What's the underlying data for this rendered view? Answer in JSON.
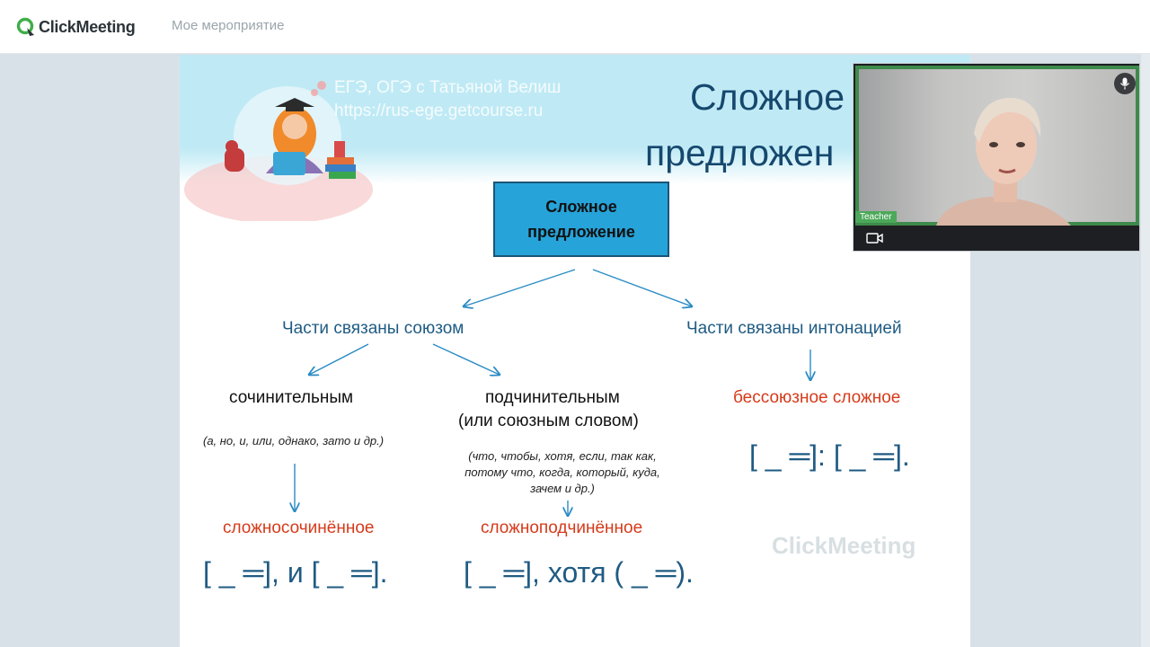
{
  "header": {
    "brand": "ClickMeeting",
    "event_title": "Мое мероприятие"
  },
  "slide": {
    "banner": {
      "line1": "ЕГЭ, ОГЭ с Татьяной Велиш",
      "line2": "https://rus-ege.getcourse.ru"
    },
    "title_line1": "Сложное",
    "title_line2": "предложен",
    "main_box": {
      "line1": "Сложное",
      "line2": "предложение"
    },
    "branch_union": "Части связаны союзом",
    "branch_intonation": "Части связаны интонацией",
    "coord": {
      "label": "сочинительным",
      "note": "(а, но, и, или, однако, зато и др.)",
      "result": "сложносочинённое",
      "scheme": "[ _ ═], и  [ _ ═]."
    },
    "subord": {
      "label_line1": "подчинительным",
      "label_line2": "(или союзным словом)",
      "note_line1": "(что, чтобы, хотя, если, так как,",
      "note_line2": "потому что, когда, который, куда,",
      "note_line3": "зачем и др.)",
      "result": "сложноподчинённое",
      "scheme": "[ _ ═], хотя ( _ ═)."
    },
    "asyndetic": {
      "result": "бессоюзное сложное",
      "scheme": "[ _ ═]: [ _ ═]."
    },
    "watermark": "ClickMeeting"
  },
  "video": {
    "participant": "Teacher"
  },
  "colors": {
    "accent_green": "#4ca85a",
    "slide_blue": "#1f5b83",
    "box_blue": "#26a3d9",
    "result_red": "#d63a1a"
  },
  "icons": {
    "brand_logo": "clickmeeting-logo-icon",
    "mic": "microphone-icon",
    "camera": "video-camera-icon"
  }
}
